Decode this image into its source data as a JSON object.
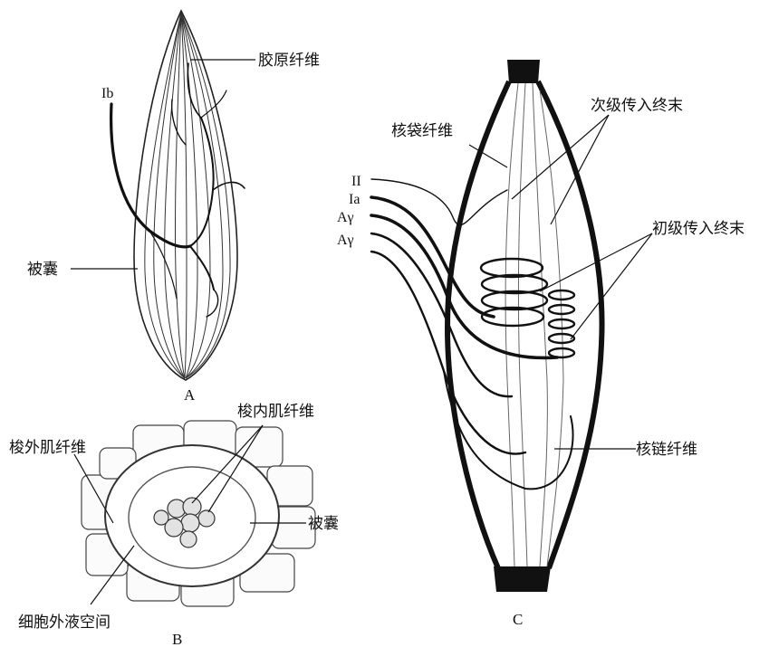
{
  "panels": {
    "A": {
      "panel_label": "A",
      "collagen_fiber": "胶原纤维",
      "nerve_ib": "Ib",
      "capsule": "被囊"
    },
    "B": {
      "panel_label": "B",
      "intrafusal_fiber": "梭内肌纤维",
      "extrafusal_fiber": "梭外肌纤维",
      "capsule": "被囊",
      "extracellular_space": "细胞外液空间"
    },
    "C": {
      "panel_label": "C",
      "nuclear_bag_fiber": "核袋纤维",
      "secondary_afferent": "次级传入终末",
      "primary_afferent": "初级传入终末",
      "nuclear_chain_fiber": "核链纤维",
      "nerve_ii": "II",
      "nerve_ia": "Ia",
      "nerve_ay1": "Aγ",
      "nerve_ay2": "Aγ"
    }
  }
}
